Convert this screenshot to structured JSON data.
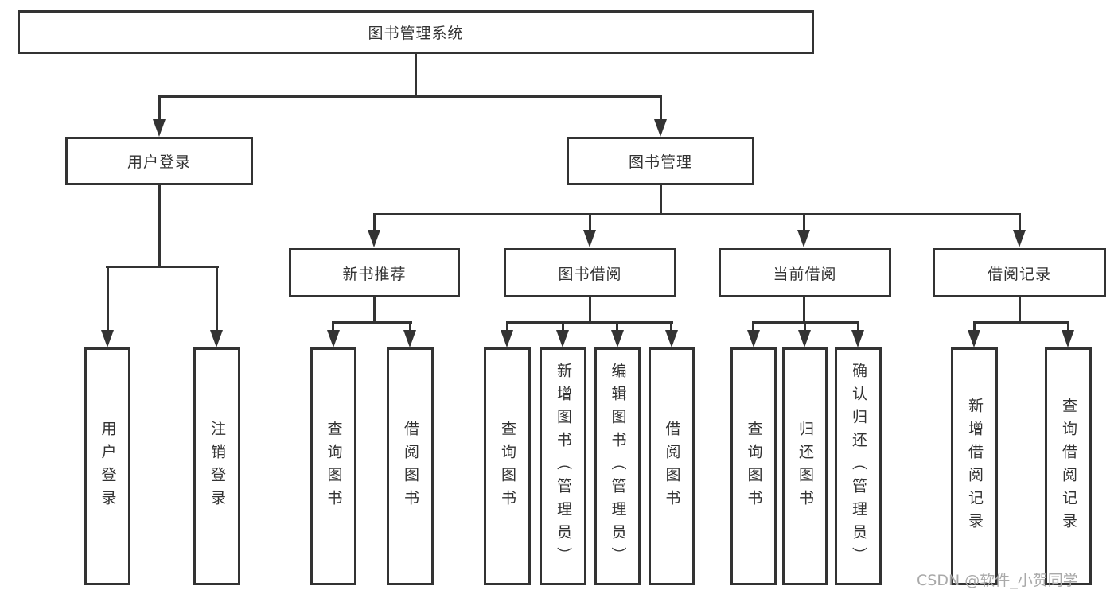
{
  "diagram": {
    "title": "图书管理系统",
    "root": {
      "label": "图书管理系统"
    },
    "branches": {
      "user_login": {
        "label": "用户登录",
        "children": [
          "用户登录",
          "注销登录"
        ]
      },
      "book_mgmt": {
        "label": "图书管理",
        "children": {
          "new_books": {
            "label": "新书推荐",
            "children": [
              "查询图书",
              "借阅图书"
            ]
          },
          "borrowing": {
            "label": "图书借阅",
            "children": [
              "查询图书",
              "新增图书（管理员）",
              "编辑图书（管理员）",
              "借阅图书"
            ]
          },
          "current": {
            "label": "当前借阅",
            "children": [
              "查询图书",
              "归还图书",
              "确认归还（管理员）"
            ]
          },
          "records": {
            "label": "借阅记录",
            "children": [
              "新增借阅记录",
              "查询借阅记录"
            ]
          }
        }
      }
    }
  },
  "watermark": "CSDN @软件_小贺同学",
  "colors": {
    "line": "#333333",
    "text": "#333333",
    "background": "#ffffff",
    "watermark": "#a9a9a9"
  }
}
